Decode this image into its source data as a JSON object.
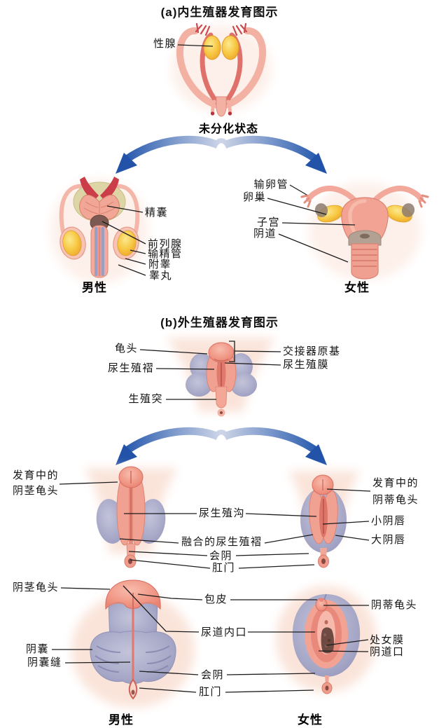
{
  "section_a": {
    "title": "(a)内生殖器发育图示",
    "undifferentiated": {
      "gonad": "性腺",
      "state": "未分化状态"
    },
    "male": {
      "seminal_vesicle": "精囊",
      "prostate": "前列腺",
      "vas_deferens": "输精管",
      "epididymis": "附睾",
      "testis": "睾丸",
      "caption": "男性"
    },
    "female": {
      "fallopian_tube": "输卵管",
      "ovary": "卵巢",
      "uterus": "子宫",
      "vagina": "阴道",
      "caption": "女性"
    }
  },
  "section_b": {
    "title": "(b)外生殖器发育图示",
    "undifferentiated": {
      "glans": "龟头",
      "urogenital_fold": "尿生殖褶",
      "genital_tubercle": "生殖突",
      "copulatory_organ_primordium": "交接器原基",
      "urogenital_membrane": "尿生殖膜"
    },
    "developing": {
      "male_glans_line1": "发育中的",
      "male_glans_line2": "阴茎龟头",
      "urogenital_groove": "尿生殖沟",
      "fused_urogenital_folds": "融合的尿生殖褶",
      "perineum": "会阴",
      "anus": "肛门",
      "female_glans_line1": "发育中的",
      "female_glans_line2": "阴蒂龟头",
      "labia_minora": "小阴唇",
      "labia_majora": "大阴唇"
    },
    "mature": {
      "penile_glans": "阴茎龟头",
      "foreskin": "包皮",
      "urethral_opening": "尿道内口",
      "scrotum": "阴囊",
      "scrotal_raphe": "阴囊缝",
      "perineum": "会阴",
      "anus": "肛门",
      "clitoral_glans": "阴蒂龟头",
      "hymen": "处女膜",
      "vaginal_opening": "阴道口",
      "male_caption": "男性",
      "female_caption": "女性"
    }
  },
  "colors": {
    "background": "#ffffff",
    "label_text": "#151515",
    "leader_line": "#1c1c1c",
    "arrow_blue_dark": "#2253a8",
    "arrow_blue_light": "#c9d2e6",
    "skin_pink": "#f2a394",
    "deep_pink": "#e0776c",
    "gonad_yellow": "#f7c844",
    "bladder_tan": "#ddd5a6",
    "swelling_purple": "#a5a6c6",
    "prostate_brown": "#7d5a51",
    "accent_red": "#cb3d49",
    "glow_peach": "#fae4da"
  }
}
